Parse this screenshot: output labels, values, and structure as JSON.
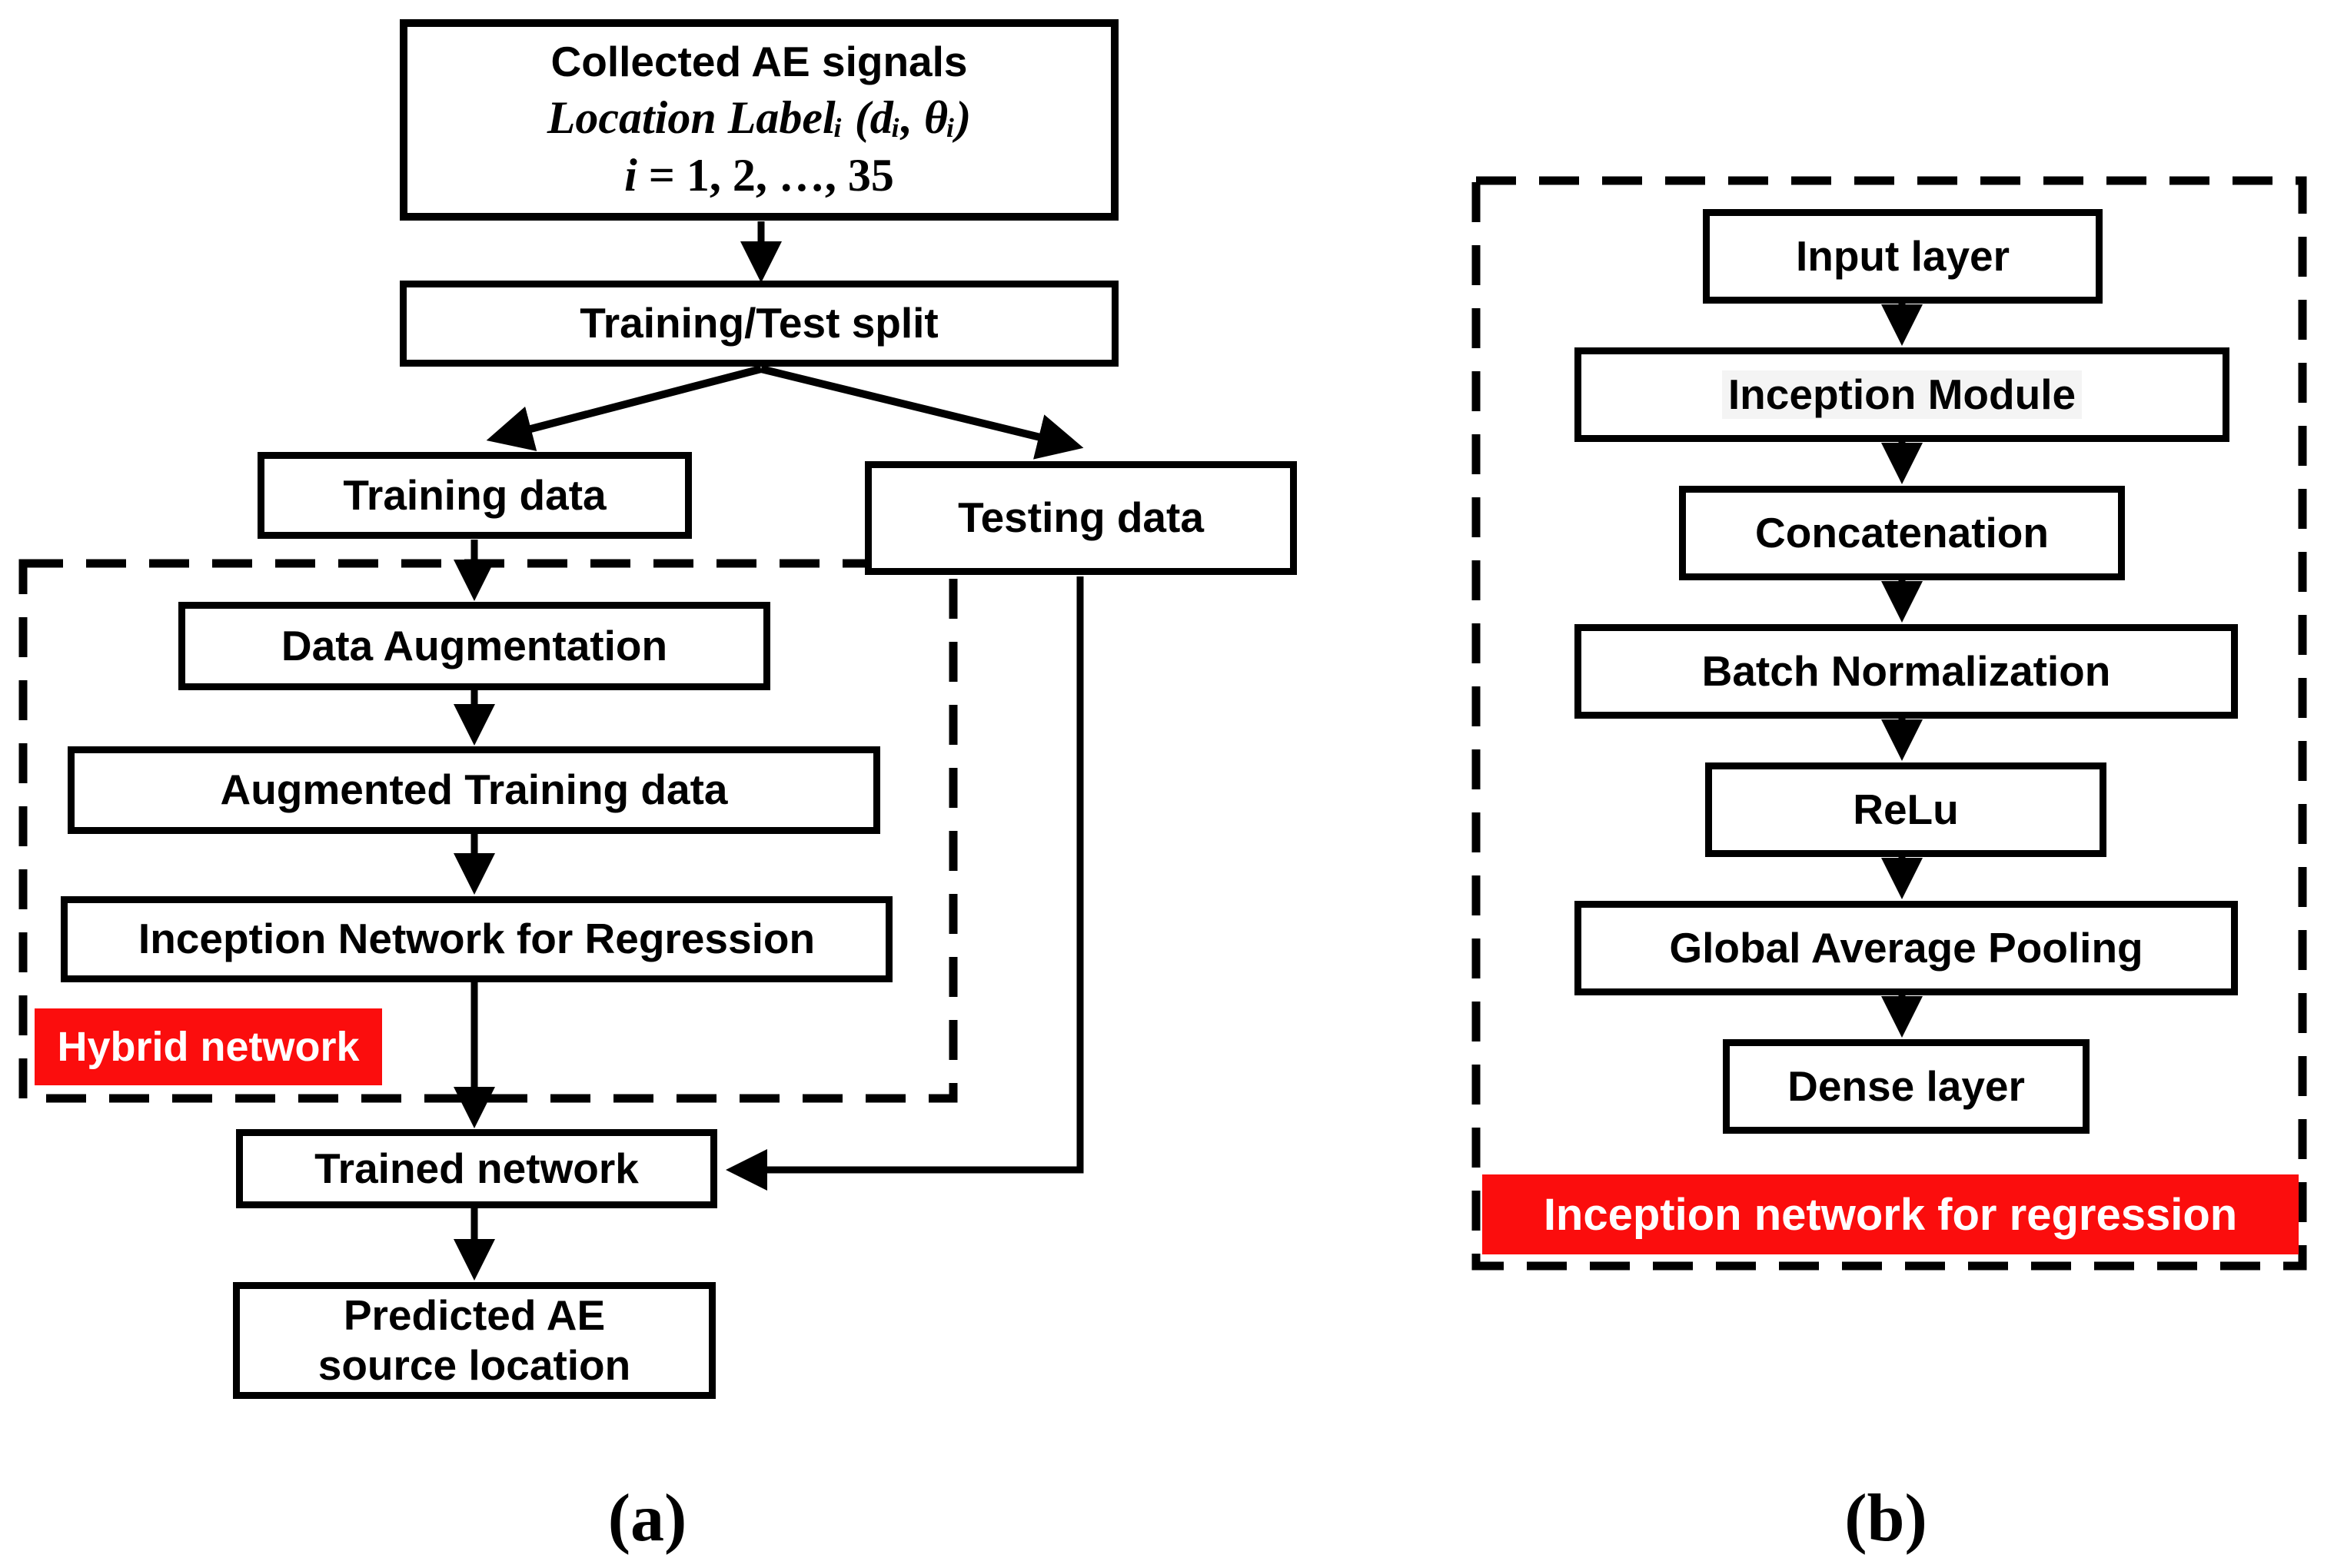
{
  "colors": {
    "accent_red": "#FB0D0D",
    "line_black": "#000000",
    "background": "#FFFFFF"
  },
  "panel_a": {
    "caption": "(a)",
    "collected_box": {
      "line1": "Collected AE signals",
      "line2": "Location Labelᵢ (dᵢ, θᵢ)",
      "line3_var": "i",
      "line3_rest": " = 1, 2, …, 35"
    },
    "split_box": "Training/Test split",
    "training_box": "Training data",
    "testing_box": "Testing data",
    "augmentation_box": "Data Augmentation",
    "augmented_box": "Augmented Training data",
    "inception_box": "Inception Network for Regression",
    "hybrid_label": "Hybrid network",
    "trained_box": "Trained network",
    "predicted_box": {
      "line1": "Predicted AE",
      "line2": "source location"
    }
  },
  "panel_b": {
    "caption": "(b)",
    "layers": [
      "Input layer",
      "Inception Module",
      "Concatenation",
      "Batch Normalization",
      "ReLu",
      "Global Average Pooling",
      "Dense layer"
    ],
    "banner": "Inception network for regression"
  }
}
